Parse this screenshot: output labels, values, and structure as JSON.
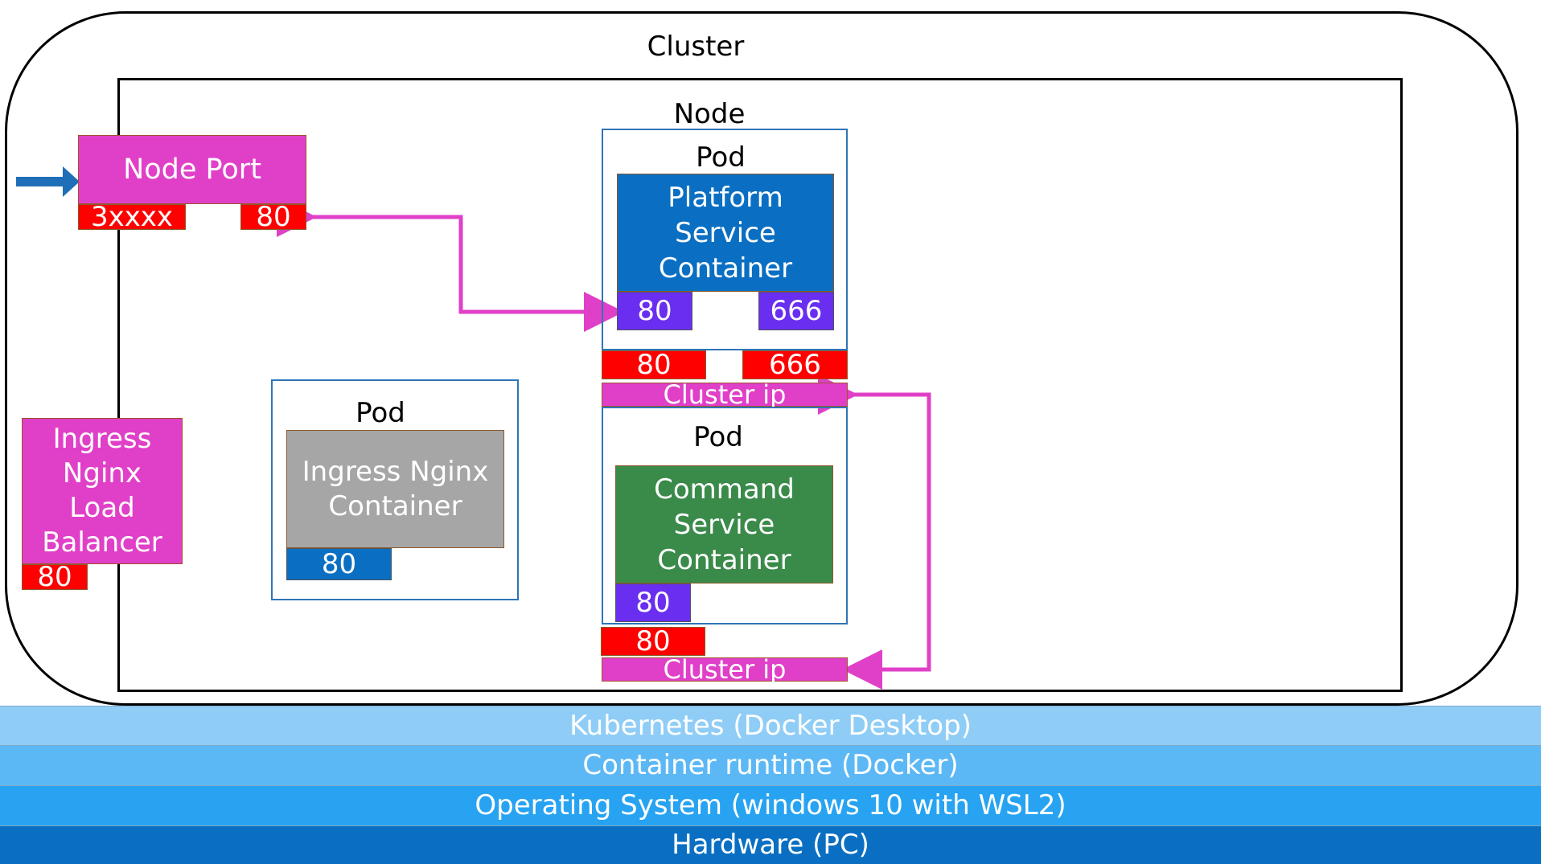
{
  "cluster": {
    "title": "Cluster"
  },
  "node": {
    "title": "Node"
  },
  "node_port": {
    "label": "Node Port",
    "port_left": "3xxxx",
    "port_right": "80"
  },
  "ingress_lb": {
    "label_lines": [
      "Ingress",
      "Nginx",
      "Load",
      "Balancer"
    ],
    "port": "80"
  },
  "ingress_pod": {
    "title": "Pod",
    "container_lines": [
      "Ingress Nginx",
      "Container"
    ],
    "port": "80"
  },
  "platform_pod": {
    "title": "Pod",
    "container_lines": [
      "Platform",
      "Service",
      "Container"
    ],
    "port_a": "80",
    "port_b": "666"
  },
  "platform_cluster_ip": {
    "port_a": "80",
    "port_b": "666",
    "label": "Cluster ip"
  },
  "command_pod": {
    "title": "Pod",
    "container_lines": [
      "Command",
      "Service",
      "Container"
    ],
    "port": "80"
  },
  "command_cluster_ip": {
    "port": "80",
    "label": "Cluster ip"
  },
  "layers": [
    {
      "label": "Kubernetes (Docker Desktop)",
      "color": "#8fcdf7"
    },
    {
      "label": "Container runtime (Docker)",
      "color": "#5cb8f5"
    },
    {
      "label": "Operating System (windows 10 with WSL2)",
      "color": "#27a3f2"
    },
    {
      "label": "Hardware (PC)",
      "color": "#0a6fc2"
    }
  ],
  "colors": {
    "magenta": "#e040c8",
    "red": "#ff0000",
    "purple": "#6a2ef0",
    "platform_blue": "#0a6fc2",
    "command_green": "#3a8a4a",
    "ingress_gray": "#a6a6a6",
    "arrow_blue": "#1f6fb8",
    "pod_border": "#2e75b6"
  }
}
